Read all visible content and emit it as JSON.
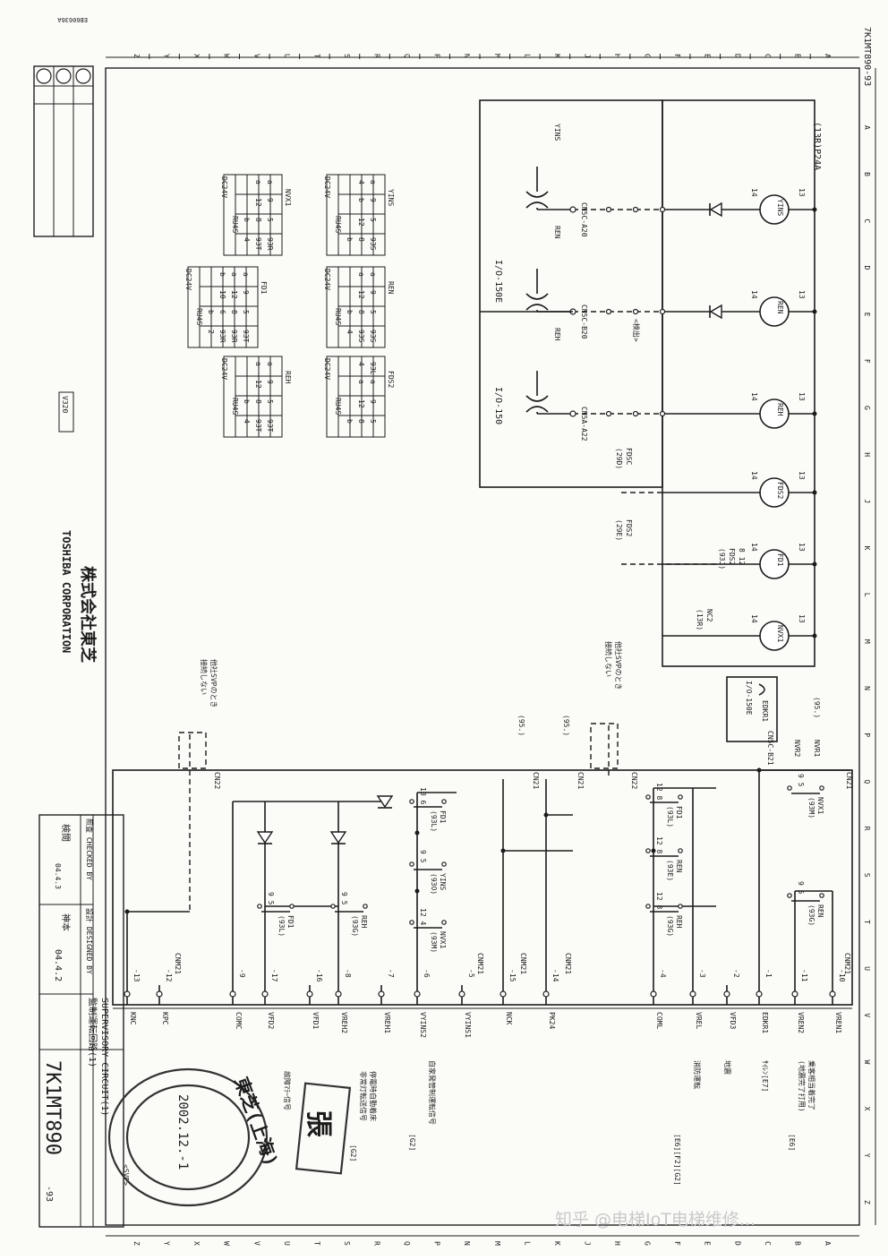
{
  "doc": {
    "drawing_no_vertical": "7K1MT890-93",
    "drawing_no_big": "7K1MT890",
    "drawing_rev": "-93",
    "title_line1": "監制運転回路(1)",
    "title_line2": "SUPERVISORY CIRCUIT(1)",
    "designed_by": "設計 DESIGNED BY",
    "checked_by": "照査 CHECKED BY",
    "inspection": "検閲",
    "designer": "神本",
    "design_date": "04.4.2",
    "check_date": "04.4.3",
    "company_jp": "株式会社東芝",
    "company_en": "TOSHIBA CORPORATION",
    "v320": "V320",
    "top_code": "EB60636A",
    "watermark": "知乎 @电梯IoT电梯维修..."
  },
  "grid": {
    "letters": [
      "Z",
      "Y",
      "X",
      "W",
      "V",
      "U",
      "T",
      "S",
      "R",
      "Q",
      "P",
      "N",
      "M",
      "L",
      "K",
      "J",
      "H",
      "G",
      "F",
      "E",
      "D",
      "C",
      "B",
      "A"
    ],
    "right_letters": [
      "A",
      "B",
      "C",
      "D",
      "E",
      "F",
      "G",
      "H",
      "J",
      "K",
      "L",
      "M",
      "N",
      "P",
      "Q",
      "R",
      "S",
      "T",
      "U",
      "V",
      "W",
      "X",
      "Y",
      "Z"
    ]
  },
  "upper": {
    "power": "(13R)P24A",
    "coils": [
      {
        "name": "YINS",
        "t1": "13",
        "t2": "14"
      },
      {
        "name": "REN",
        "t1": "13",
        "t2": "14"
      },
      {
        "name": "REH",
        "t1": "13",
        "t2": "14"
      },
      {
        "name": "FDS2",
        "t1": "13",
        "t2": "14"
      },
      {
        "name": "FD1",
        "t1": "13",
        "t2": "14"
      },
      {
        "name": "NVX1",
        "t1": "13",
        "t2": "14"
      }
    ],
    "inputs": [
      {
        "name": "YINS",
        "conn": "CN5C-A20"
      },
      {
        "name": "REN",
        "conn": "CN5C-B20"
      },
      {
        "name": "REH",
        "conn": "CN5A-A22"
      }
    ],
    "io_labels": [
      "I/O-150E",
      "I/O-150"
    ],
    "sensor_note": "<検出>",
    "fdsc": "FDSC\n(29D)",
    "fds2": "FDS2\n(29E)",
    "fd1_contacts": "8  12\nFDS2\n(93J)",
    "nc2": "NC2\n(13R)",
    "terms": [
      "14",
      "8",
      "12"
    ]
  },
  "relay_tables": [
    {
      "name": "NVX1",
      "dc": "DC24V",
      "model": "RU4S",
      "cells": [
        "93R",
        "5",
        "9",
        "a",
        "93T",
        "8",
        "12",
        "a",
        "4",
        "b"
      ]
    },
    {
      "name": "YINS",
      "dc": "DC24V",
      "model": "RU4S",
      "cells": [
        "93S",
        "5",
        "9",
        "a",
        "8",
        "12",
        "b",
        "4",
        "b"
      ]
    },
    {
      "name": "FD1",
      "dc": "DC24V",
      "model": "RU4S",
      "cells": [
        "93T",
        "5",
        "9",
        "a",
        "93R",
        "8",
        "12",
        "a",
        "93R",
        "6",
        "10",
        "b",
        "2",
        "b"
      ]
    },
    {
      "name": "REN",
      "dc": "DC24V",
      "model": "RU4S",
      "cells": [
        "93S",
        "5",
        "9",
        "a",
        "93S",
        "8",
        "12",
        "a",
        "4",
        "b"
      ]
    },
    {
      "name": "REH",
      "dc": "DC24V",
      "model": "RU4S",
      "cells": [
        "93T",
        "5",
        "9",
        "a",
        "93T",
        "8",
        "12",
        "a",
        "4",
        "b"
      ]
    },
    {
      "name": "FDS2",
      "dc": "DC24V",
      "model": "RU4S",
      "cells": [
        "5",
        "9",
        "a",
        "93L",
        "8",
        "12",
        "a",
        "4",
        "b"
      ]
    }
  ],
  "lower": {
    "edkr": "EDKR1",
    "io150e": "I/O-150E",
    "cn5c": "CN5C-B21",
    "n95_a": "(95.)",
    "n95_b": "(95.)",
    "n95_c": "(95.)",
    "cn22": "CN22",
    "cn22b": "CN22",
    "cn21": "CN21",
    "nvr1": "NVR1",
    "nvr2": "NVR2",
    "svp_note": "他社SVPのとき\n接続しない",
    "bottom_labels": [
      "KNC",
      "KPC",
      "COMC",
      "VFD2",
      "VFD1",
      "VREH2",
      "VREH1",
      "VYINS2",
      "VYINS1",
      "NCK",
      "PK24",
      "COML",
      "VREL",
      "VFD3",
      "EDKR1",
      "VREN2",
      "VREN1"
    ],
    "bottom_pins": [
      "-13",
      "-12",
      "-9",
      "-17",
      "-16",
      "-8",
      "-7",
      "-6",
      "-5",
      "-15",
      "-14",
      "-4",
      "-3",
      "-2",
      "-1",
      "-11",
      "-10"
    ],
    "cnm_labels": [
      "CNM21",
      "CNM21",
      "CNM21",
      "CNM21",
      "CNM21"
    ],
    "contacts": [
      {
        "name": "FD1",
        "ref": "(93L)",
        "p": "9 5"
      },
      {
        "name": "REH",
        "ref": "(93G)",
        "p": "9 5"
      },
      {
        "name": "FD1",
        "ref": "(93L)",
        "p": "10 6"
      },
      {
        "name": "YINS",
        "ref": "(93O)",
        "p": "9 5"
      },
      {
        "name": "NVX1",
        "ref": "(93M)",
        "p": "12 4"
      },
      {
        "name": "FD1",
        "ref": "(93L)",
        "p": "12 8"
      },
      {
        "name": "REN",
        "ref": "(93E)",
        "p": "12 8"
      },
      {
        "name": "REH",
        "ref": "(93G)",
        "p": "12 8"
      },
      {
        "name": "NVX1",
        "ref": "(93M)",
        "p": "9 5"
      },
      {
        "name": "REN",
        "ref": "(93G)",
        "p": "9 5"
      }
    ],
    "notes": [
      {
        "t": "乗客相当着完了\n(地震完了打用)",
        "ref": "[E6]"
      },
      {
        "t": "ｻｲﾚﾝ[E7]",
        "ref": ""
      },
      {
        "t": "地震",
        "ref": ""
      },
      {
        "t": "消防運転",
        "ref": "[E6][F2][G2]"
      },
      {
        "t": "自家発管制運転信号",
        "ref": "[G2]"
      },
      {
        "t": "停電時自動着床\n非常灯転送信号",
        "ref": "[G2]"
      },
      {
        "t": "故障ﾏﾗｰ信号",
        "ref": ""
      },
      {
        "t": "<SVP>",
        "ref": ""
      }
    ]
  },
  "stamp": {
    "text1": "東芝(上海)",
    "date": "2002.12.-1",
    "handwrite": "張"
  }
}
